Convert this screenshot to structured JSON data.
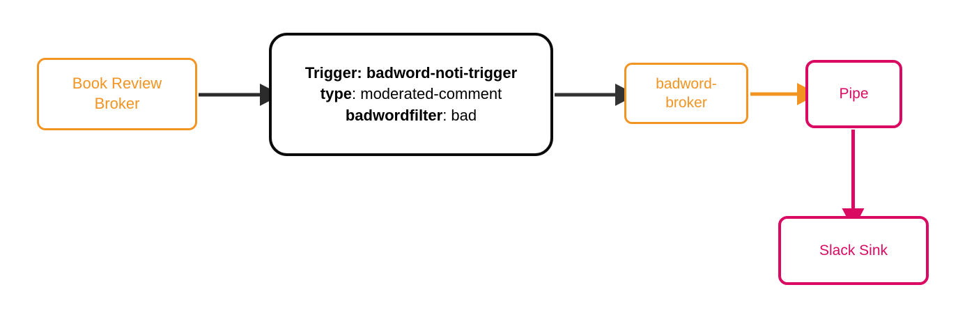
{
  "diagram": {
    "type": "flow-diagram",
    "nodes": [
      {
        "id": "book-review-broker",
        "label": "Book Review\nBroker",
        "color": "#F29422",
        "shape": "rounded-rect"
      },
      {
        "id": "trigger",
        "color": "#000000",
        "shape": "rounded-rect",
        "lines": [
          {
            "key": "Trigger:",
            "value": "badword-noti-trigger",
            "value_bold": true
          },
          {
            "key": "type",
            "separator": ": ",
            "value": "moderated-comment",
            "value_bold": false
          },
          {
            "key": "badwordfilter",
            "separator": ": ",
            "value": "bad",
            "value_bold": false
          }
        ]
      },
      {
        "id": "badword-broker",
        "label": "badword-\nbroker",
        "color": "#F29422",
        "shape": "rounded-rect"
      },
      {
        "id": "pipe",
        "label": "Pipe",
        "color": "#DA0A63",
        "shape": "rounded-rect"
      },
      {
        "id": "slack-sink",
        "label": "Slack Sink",
        "color": "#DA0A63",
        "shape": "rounded-rect"
      }
    ],
    "edges": [
      {
        "id": "edge-broker-to-trigger",
        "from": "book-review-broker",
        "to": "trigger",
        "color": "#2b2b2b",
        "direction": "right"
      },
      {
        "id": "edge-trigger-to-badword-broker",
        "from": "trigger",
        "to": "badword-broker",
        "color": "#333333",
        "direction": "right"
      },
      {
        "id": "edge-badword-broker-to-pipe",
        "from": "badword-broker",
        "to": "pipe",
        "color": "#F29422",
        "direction": "right"
      },
      {
        "id": "edge-pipe-to-slack-sink",
        "from": "pipe",
        "to": "slack-sink",
        "color": "#DA0A63",
        "direction": "down"
      }
    ],
    "colors": {
      "orange": "#F29422",
      "pink": "#DA0A63",
      "dark": "#2b2b2b",
      "background": "#ffffff"
    }
  }
}
